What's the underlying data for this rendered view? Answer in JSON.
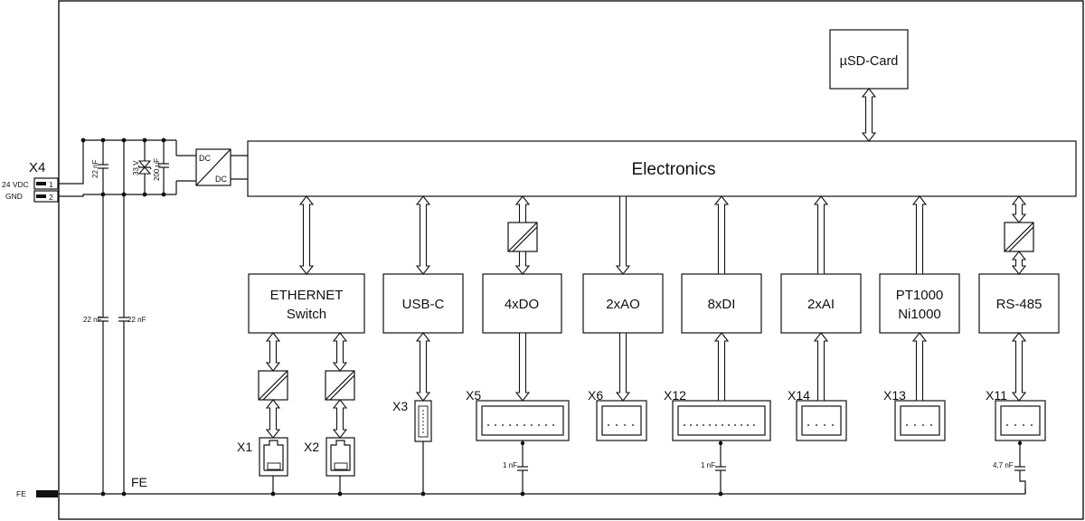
{
  "electronics": {
    "label": "Electronics"
  },
  "sd_card": {
    "label": "µSD-Card"
  },
  "power": {
    "connector": "X4",
    "pin1_label": "24 VDC",
    "pin2_label": "GND",
    "pin1": "1",
    "pin2": "2",
    "cap1": "22 nF",
    "tvs": "33 V",
    "cap_bulk": "200 µF",
    "dcdc_in": "DC",
    "dcdc_out": "DC",
    "cap_fe1": "22 nF",
    "cap_fe2": "22 nF"
  },
  "fe": {
    "bus_label": "FE",
    "terminal_label": "FE"
  },
  "modules": [
    {
      "id": "ethernet",
      "line1": "ETHERNET",
      "line2": "Switch"
    },
    {
      "id": "usb",
      "line1": "USB-C",
      "line2": ""
    },
    {
      "id": "do",
      "line1": "4xDO",
      "line2": ""
    },
    {
      "id": "ao",
      "line1": "2xAO",
      "line2": ""
    },
    {
      "id": "di",
      "line1": "8xDI",
      "line2": ""
    },
    {
      "id": "ai",
      "line1": "2xAI",
      "line2": ""
    },
    {
      "id": "pt",
      "line1": "PT1000",
      "line2": "Ni1000"
    },
    {
      "id": "rs",
      "line1": "RS-485",
      "line2": ""
    }
  ],
  "connectors": {
    "x1": "X1",
    "x2": "X2",
    "x3": "X3",
    "x5": "X5",
    "x6": "X6",
    "x12": "X12",
    "x14": "X14",
    "x13": "X13",
    "x11": "X11"
  },
  "caps": {
    "x5": "1 nF",
    "x12": "1 nF",
    "x11": "4,7 nF"
  }
}
